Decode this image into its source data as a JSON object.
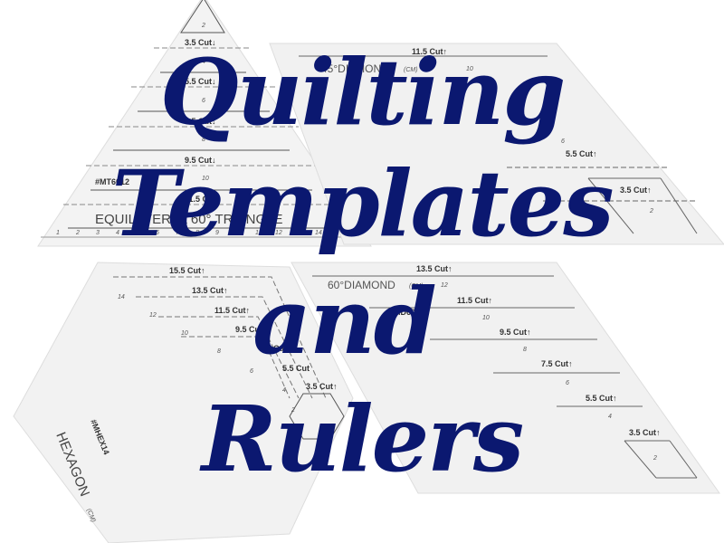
{
  "title": {
    "lines": [
      "Quilting",
      "Templates",
      "and",
      "Rulers"
    ],
    "color": "#0b1870"
  },
  "triangle_ruler": {
    "name": "EQUILATERAL 60° TRIANGLE",
    "code": "#MT6012",
    "cuts": [
      "3.5 Cut↓",
      "5.5 Cut↓",
      "7.5 Cut↓",
      "9.5 Cut↓",
      "11.5 Cut↓"
    ],
    "heights": [
      "2",
      "4",
      "6",
      "8",
      "10"
    ],
    "scale": [
      "1",
      "2",
      "3",
      "4",
      "5",
      "6",
      "7",
      "8",
      "9",
      "10",
      "11",
      "12",
      "13",
      "14"
    ]
  },
  "diamond45_ruler": {
    "name": "45°DIAMOND",
    "unit": "(CM)",
    "cuts": [
      "11.5 Cut↑",
      "5.5 Cut↑",
      "3.5 Cut↑"
    ],
    "heights": [
      "10",
      "6",
      "2"
    ]
  },
  "hexagon_ruler": {
    "name": "HEXAGON",
    "unit": "(CM)",
    "code": "#MHEX14",
    "cuts": [
      "15.5 Cut↑",
      "13.5 Cut↑",
      "11.5 Cut↑",
      "9.5 Cut↑",
      "7.5 Cut↑",
      "5.5 Cut",
      "3.5 Cut↑"
    ],
    "heights": [
      "14",
      "12",
      "10",
      "8",
      "6",
      "4",
      "2"
    ]
  },
  "diamond60_ruler": {
    "name": "60°DIAMOND",
    "unit": "(CM)",
    "code": "#MD60",
    "cuts": [
      "13.5 Cut↑",
      "11.5 Cut↑",
      "9.5 Cut↑",
      "7.5 Cut↑",
      "5.5 Cut↑",
      "3.5 Cut↑"
    ],
    "heights": [
      "12",
      "10",
      "8",
      "6",
      "4",
      "2"
    ]
  }
}
